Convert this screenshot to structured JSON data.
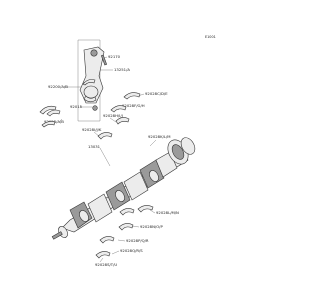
{
  "diagram_code": "E1001",
  "callouts": [
    {
      "id": "92170",
      "text": "92170"
    },
    {
      "id": "13251",
      "text": "13251/A"
    },
    {
      "id": "92200",
      "text": "92200/A/B"
    },
    {
      "id": "92015",
      "text": "92015"
    },
    {
      "id": "92028",
      "text": "92028/A/B"
    },
    {
      "id": "92028c",
      "text": "92028C/D/E"
    },
    {
      "id": "92028f",
      "text": "92028F/G/H"
    },
    {
      "id": "92028h",
      "text": "92028H/I/J"
    },
    {
      "id": "92028i",
      "text": "92028I/J/K"
    },
    {
      "id": "92028k",
      "text": "92028K/L/M"
    },
    {
      "id": "13031",
      "text": "13031"
    },
    {
      "id": "92028l",
      "text": "92028L/M/N"
    },
    {
      "id": "92028n",
      "text": "92028N/O/P"
    },
    {
      "id": "92028p",
      "text": "92028P/Q/R"
    },
    {
      "id": "92028q",
      "text": "92028Q/R/S"
    },
    {
      "id": "92028s",
      "text": "92028S/T/U"
    }
  ]
}
